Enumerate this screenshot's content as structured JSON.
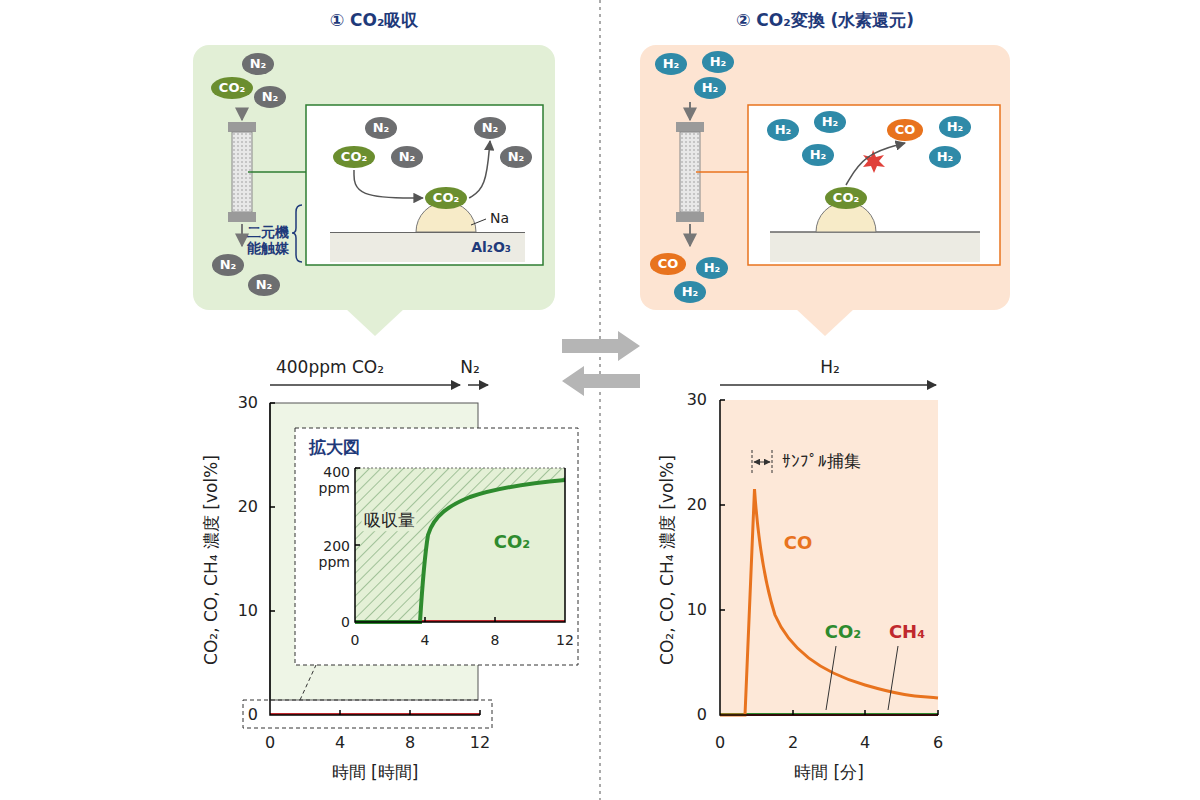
{
  "diagram": {
    "nodes": [
      {
        "text": [
          "① CO₂吸収"
        ]
      },
      {
        "text": [
          "N₂"
        ],
        "in": 0
      },
      {
        "text": [
          "CO₂"
        ],
        "in": 0
      },
      {
        "text": [
          "N₂"
        ],
        "in": 0
      },
      {
        "text": [
          "N₂"
        ],
        "in": 0
      },
      {
        "text": [
          "N₂"
        ],
        "in": 0
      },
      {
        "text": [
          "N₂"
        ],
        "in": 0
      },
      {
        "text": [
          "CO₂"
        ],
        "in": 0
      },
      {
        "text": [
          "N₂"
        ],
        "in": 0
      },
      {
        "text": [
          "N₂"
        ],
        "in": 0
      },
      {
        "text": [
          "N₂"
        ],
        "in": 0
      },
      {
        "text": [
          "CO₂"
        ],
        "in": 0
      },
      {
        "text": [
          "Al₂O₃"
        ],
        "in": 0
      },
      {
        "text": [
          "② CO₂変換 (水素還元)"
        ]
      },
      {
        "text": [
          "H₂"
        ],
        "in": 13
      },
      {
        "text": [
          "H₂"
        ],
        "in": 13
      },
      {
        "text": [
          "H₂"
        ],
        "in": 13
      },
      {
        "text": [
          "H₂"
        ],
        "in": 13
      },
      {
        "text": [
          "H₂"
        ],
        "in": 13
      },
      {
        "text": [
          "H₂"
        ],
        "in": 13
      },
      {
        "text": [
          "CO"
        ],
        "in": 13
      },
      {
        "text": [
          "H₂"
        ],
        "in": 13
      },
      {
        "text": [
          "H₂"
        ],
        "in": 13
      },
      {
        "text": [
          "CO₂"
        ],
        "in": 13
      },
      {
        "text": [
          "CO"
        ],
        "in": 13
      },
      {
        "text": [
          "H₂"
        ],
        "in": 13
      },
      {
        "text": [
          "H₂"
        ],
        "in": 13
      }
    ],
    "edges": [
      {
        "from": 7,
        "to": 11,
        "arrow": "to"
      },
      {
        "from": 11,
        "to": 9,
        "arrow": "to"
      },
      {
        "from": 23,
        "to": 20,
        "arrow": "to"
      }
    ],
    "labels": [
      "二元機能触媒",
      "Na",
      "400ppm CO₂",
      "N₂",
      "CO₂, CO, CH₄ 濃度 [vol%]",
      "30",
      "20",
      "10",
      "0",
      "0",
      "4",
      "8",
      "12",
      "時間 [時間]",
      "拡大図",
      "400 ppm",
      "200 ppm",
      "0",
      "0",
      "4",
      "8",
      "12",
      "吸収量",
      "CO₂",
      "H₂",
      "CO₂, CO, CH₄ 濃度 [vol%]",
      "30",
      "20",
      "10",
      "0",
      "0",
      "2",
      "4",
      "6",
      "時間 [分]",
      "ｻﾝﾌﾟﾙ捕集",
      "CO",
      "CO₂",
      "CH₄"
    ]
  }
}
